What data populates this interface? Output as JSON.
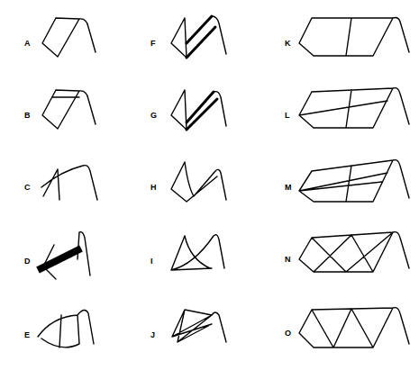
{
  "diagram": {
    "labels": [
      "A",
      "B",
      "C",
      "D",
      "E",
      "F",
      "G",
      "H",
      "I",
      "J",
      "K",
      "L",
      "M",
      "N",
      "O"
    ]
  }
}
